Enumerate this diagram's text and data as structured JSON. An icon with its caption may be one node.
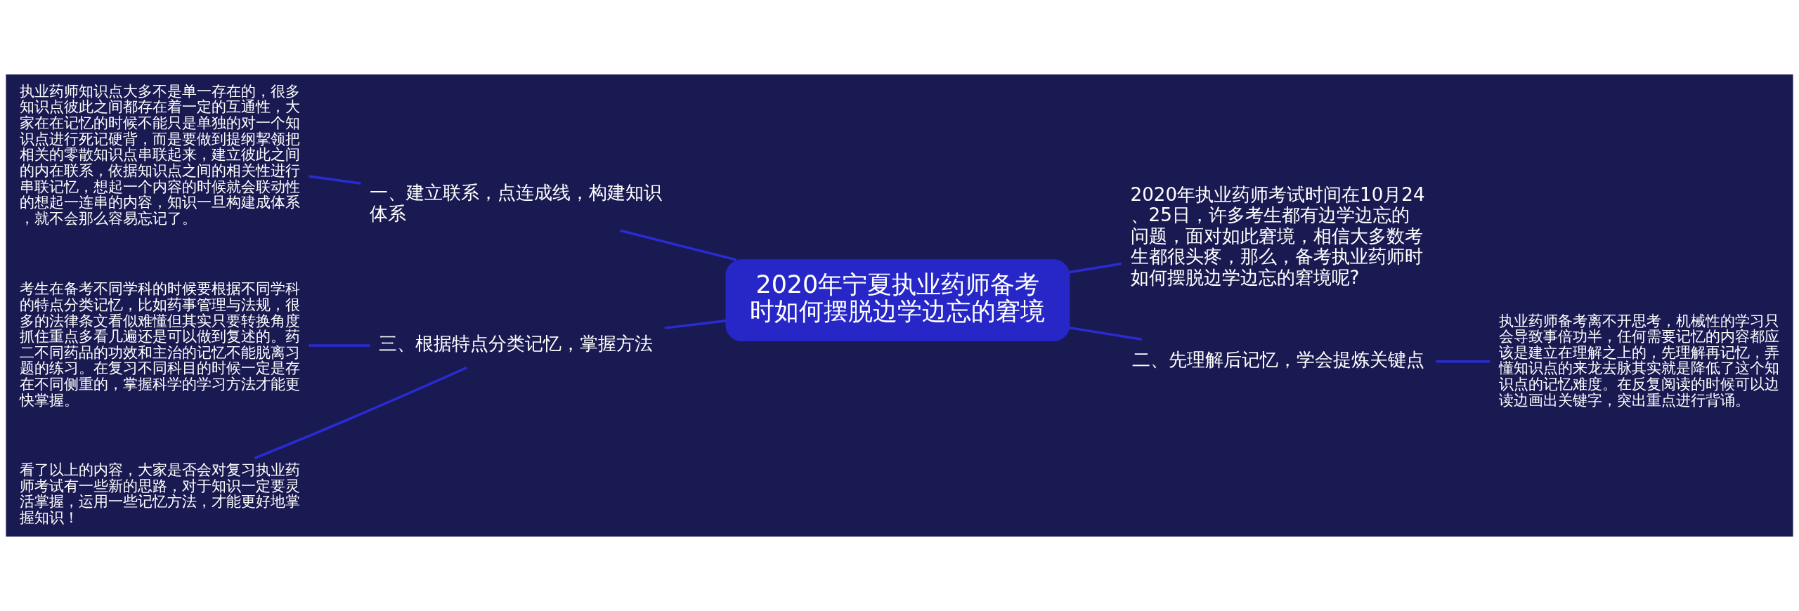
{
  "diagram": {
    "nodes": [
      {
        "text": [
          "2020年宁夏执业药师备考时如何摆脱边学边忘的窘境"
        ]
      },
      {
        "text": [
          "一、建立联系，点连成线，构建知识体系"
        ]
      },
      {
        "text": [
          "执业药师知识点大多不是单一存在的，很多知识点彼此之间都存在着一定的互通性，大家在在记忆的时候不能只是单独的对一个知识点进行死记硬背，而是要做到提纲挈领把相关的零散知识点串联起来，建立彼此之间的内在联系，依据知识点之间的相关性进行串联记忆，想起一个内容的时候就会联动性的想起一连串的内容，知识一旦构建成体系，就不会那么容易忘记了。"
        ]
      },
      {
        "text": [
          "三、根据特点分类记忆，掌握方法"
        ]
      },
      {
        "text": [
          "考生在备考不同学科的时候要根据不同学科的特点分类记忆，比如药事管理与法规，很多的法律条文看似难懂但其实只要转换角度抓住重点多看几遍还是可以做到复述的。药二不同药品的功效和主治的记忆不能脱离习题的练习。在复习不同科目的时候一定是存在不同侧重的，掌握科学的学习方法才能更快掌握。"
        ]
      },
      {
        "text": [
          "看了以上的内容，大家是否会对复习执业药师考试有一些新的思路，对于知识一定要灵活掌握，运用一些记忆方法，才能更好地掌握知识！"
        ]
      },
      {
        "text": [
          "2020年执业药师考试时间在10月24、25日，许多考生都有边学边忘的问题，面对如此窘境，相信大多数考生都很头疼，那么，备考执业药师时如何摆脱边学边忘的窘境呢?"
        ]
      },
      {
        "text": [
          "二、先理解后记忆，学会提炼关键点"
        ]
      },
      {
        "text": [
          "执业药师备考离不开思考，机械性的学习只会导致事倍功半，任何需要记忆的内容都应该是建立在理解之上的，先理解再记忆，弄懂知识点的来龙去脉其实就是降低了这个知识点的记忆难度。在反复阅读的时候可以边读边画出关键字，突出重点进行背诵。"
        ]
      }
    ],
    "edges": [
      {
        "from": 0,
        "to": 1,
        "arrow": "none"
      },
      {
        "from": 1,
        "to": 2,
        "arrow": "none"
      },
      {
        "from": 0,
        "to": 3,
        "arrow": "none"
      },
      {
        "from": 3,
        "to": 4,
        "arrow": "none"
      },
      {
        "from": 3,
        "to": 5,
        "arrow": "none"
      },
      {
        "from": 0,
        "to": 6,
        "arrow": "none"
      },
      {
        "from": 0,
        "to": 7,
        "arrow": "none"
      },
      {
        "from": 7,
        "to": 8,
        "arrow": "none"
      }
    ]
  }
}
